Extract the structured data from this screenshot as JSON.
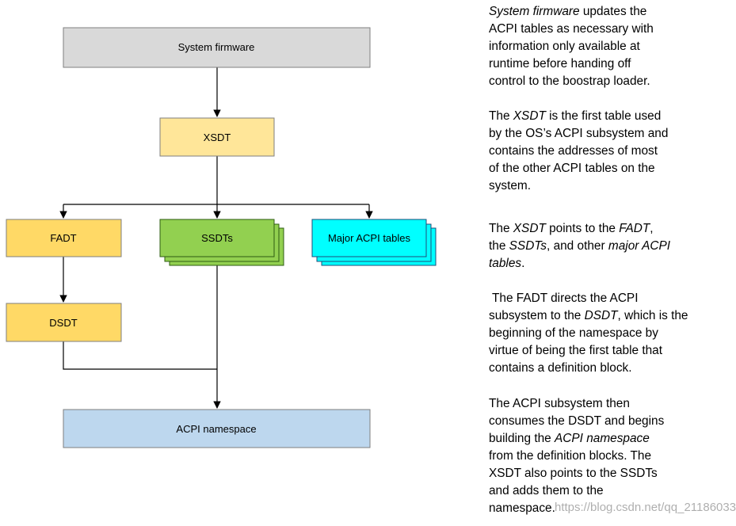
{
  "nodes": {
    "system_firmware": {
      "label": "System firmware",
      "fill": "#d9d9d9"
    },
    "xsdt": {
      "label": "XSDT",
      "fill": "#ffe699"
    },
    "fadt": {
      "label": "FADT",
      "fill": "#ffd966"
    },
    "ssdts": {
      "label": "SSDTs",
      "fill": "#92d050"
    },
    "major_acpi_tables": {
      "label": "Major ACPI tables",
      "fill": "#00ffff"
    },
    "dsdt": {
      "label": "DSDT",
      "fill": "#ffd966"
    },
    "acpi_namespace": {
      "label": "ACPI namespace",
      "fill": "#bdd7ee"
    }
  },
  "descriptions": {
    "p1": {
      "l1a": "System firmware",
      "l1b": " updates the",
      "l2": "ACPI tables as necessary with",
      "l3": "information only available at",
      "l4": "runtime before handing off",
      "l5": "control to the boostrap loader."
    },
    "p2": {
      "l1a": "The ",
      "l1b": "XSDT",
      "l1c": " is the first table used",
      "l2": "by the OS’s ACPI subsystem and",
      "l3": "contains the addresses of most",
      "l4": "of the other ACPI tables on the",
      "l5": "system."
    },
    "p3": {
      "l1a": "The ",
      "l1b": "XSDT",
      "l1c": " points to the ",
      "l1d": "FADT",
      "l1e": ",",
      "l2a": "the ",
      "l2b": "SSDTs",
      "l2c": ", and other ",
      "l2d": "major ACPI",
      "l3a": "tables",
      "l3b": "."
    },
    "p4": {
      "l1": " The FADT directs the ACPI",
      "l2a": "subsystem to the ",
      "l2b": "DSDT",
      "l2c": ", which is the",
      "l3": "beginning of the namespace by",
      "l4": "virtue of being the first table that",
      "l5": "contains a definition block."
    },
    "p5": {
      "l1": "The ACPI subsystem then",
      "l2": "consumes the DSDT and begins",
      "l3a": "building the ",
      "l3b": "ACPI namespace",
      "l4": "from the definition blocks. The",
      "l5": "XSDT also points to the SSDTs",
      "l6": "and adds them to the",
      "l7": "namespace."
    }
  },
  "watermark": "https://blog.csdn.net/qq_21186033"
}
